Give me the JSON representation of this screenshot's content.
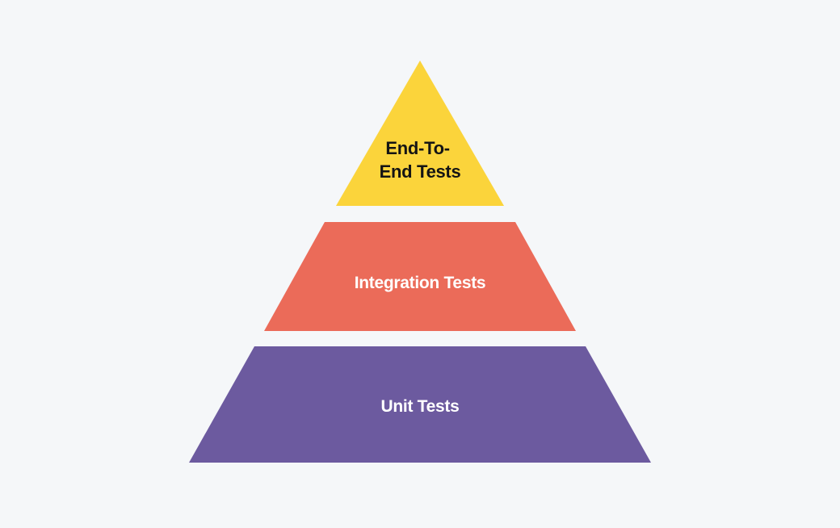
{
  "background": "#f5f7f9",
  "pyramid": {
    "tiers": [
      {
        "name": "end-to-end",
        "label_lines": [
          "End-To-",
          "End Tests"
        ],
        "color": "#fbd43b",
        "text_color": "#141414"
      },
      {
        "name": "integration",
        "label_lines": [
          "Integration Tests"
        ],
        "color": "#eb6b59",
        "text_color": "#ffffff"
      },
      {
        "name": "unit",
        "label_lines": [
          "Unit Tests"
        ],
        "color": "#6c5a9f",
        "text_color": "#ffffff"
      }
    ]
  }
}
